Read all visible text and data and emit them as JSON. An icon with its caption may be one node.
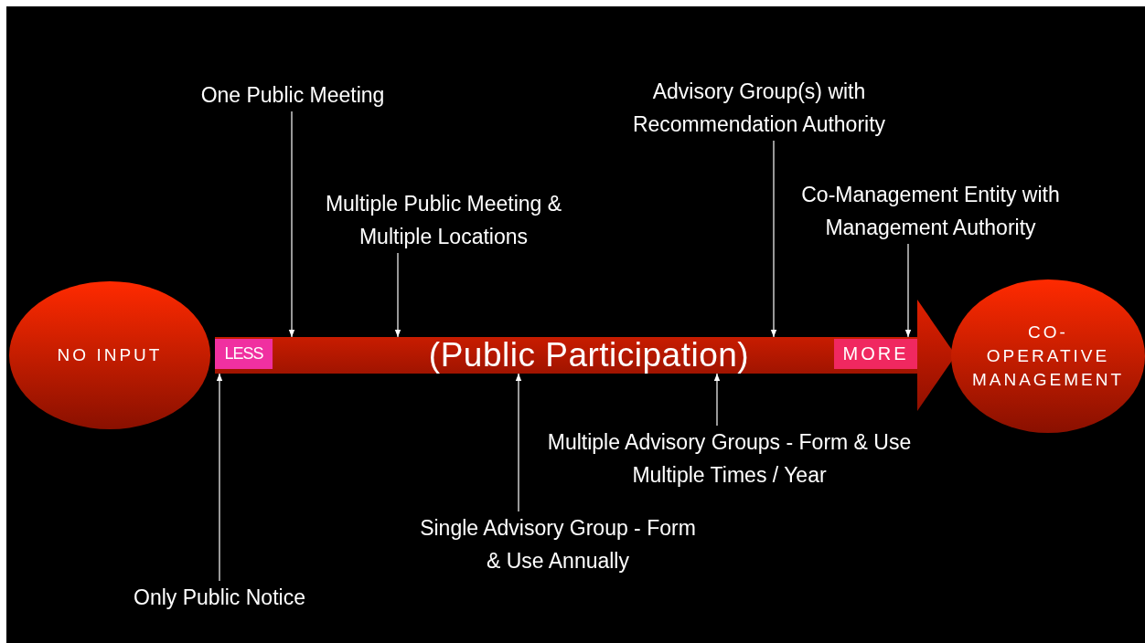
{
  "diagram": {
    "nodes": [
      {
        "text": [
          "NO INPUT"
        ]
      },
      {
        "text": [
          "(Public Participation)"
        ]
      },
      {
        "text": [
          "LESS"
        ],
        "in": 1
      },
      {
        "text": [
          "MORE"
        ],
        "in": 1
      },
      {
        "text": [
          "CO- OPERATIVE MANAGEMENT"
        ]
      },
      {
        "text": [
          "One Public Meeting"
        ]
      },
      {
        "text": [
          "Advisory Group(s) with Recommendation Authority"
        ]
      },
      {
        "text": [
          "Multiple Public Meeting & Multiple Locations"
        ]
      },
      {
        "text": [
          "Co-Management Entity with Management Authority"
        ]
      },
      {
        "text": [
          "Multiple Advisory Groups - Form & Use Multiple Times / Year"
        ]
      },
      {
        "text": [
          "Single Advisory Group - Form & Use Annually"
        ]
      },
      {
        "text": [
          "Only Public Notice"
        ]
      }
    ],
    "edges": [
      {
        "from": 5,
        "to": 1,
        "arrow": "to"
      },
      {
        "from": 6,
        "to": 1,
        "arrow": "to"
      },
      {
        "from": 7,
        "to": 1,
        "arrow": "to"
      },
      {
        "from": 8,
        "to": 1,
        "arrow": "to"
      },
      {
        "from": 9,
        "to": 1,
        "arrow": "to"
      },
      {
        "from": 10,
        "to": 1,
        "arrow": "to"
      },
      {
        "from": 11,
        "to": 1,
        "arrow": "to"
      }
    ]
  }
}
